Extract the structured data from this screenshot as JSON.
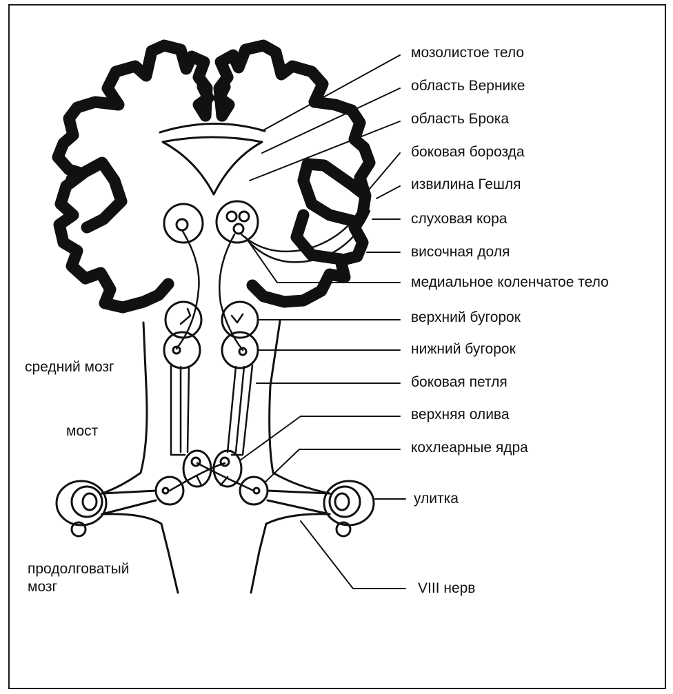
{
  "labels": {
    "corpus_callosum": "мозолистое тело",
    "wernicke_area": "область Вернике",
    "broca_area": "область Брока",
    "lateral_sulcus": "боковая борозда",
    "heschl_gyrus": "извилина Гешля",
    "auditory_cortex": "слуховая кора",
    "temporal_lobe": "височная доля",
    "medial_geniculate": "медиальное коленчатое тело",
    "superior_colliculus": "верхний бугорок",
    "inferior_colliculus": "нижний бугорок",
    "lateral_lemniscus": "боковая петля",
    "superior_olive": "верхняя олива",
    "cochlear_nuclei": "кохлеарные ядра",
    "cochlea": "улитка",
    "nerve_viii": "VIII нерв",
    "midbrain": "средний мозг",
    "pons": "мост",
    "medulla_line1": "продолговатый",
    "medulla_line2": "мозг"
  },
  "colors": {
    "ink": "#111111",
    "background": "#ffffff"
  }
}
